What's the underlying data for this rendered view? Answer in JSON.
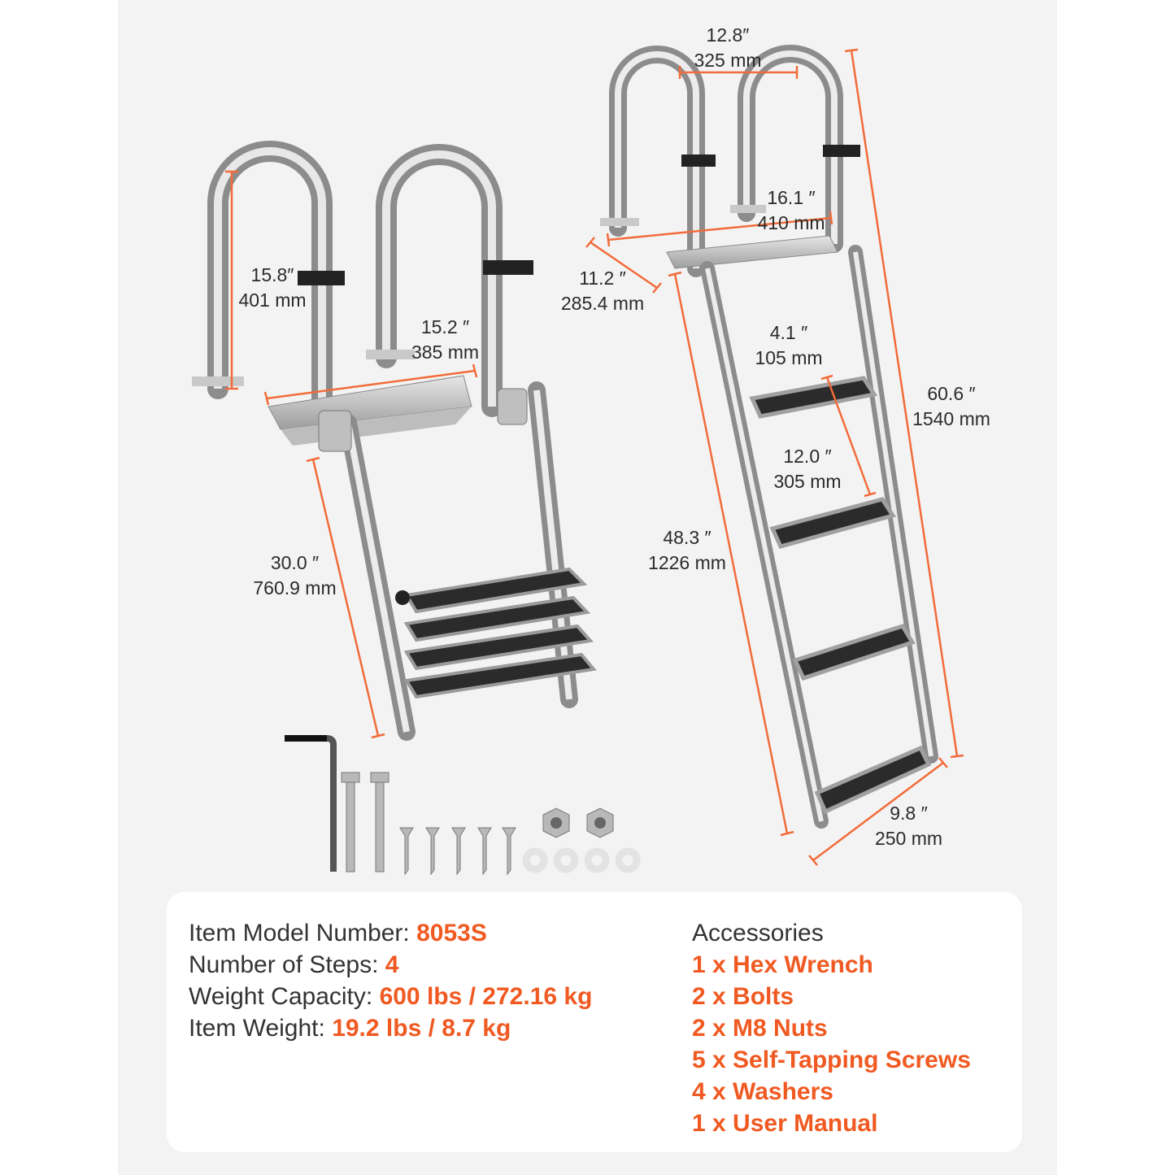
{
  "dimensions": {
    "handle_height": {
      "in": "15.8″",
      "mm": "401 mm"
    },
    "mount_width_left": {
      "in": "15.2 ″",
      "mm": "385 mm"
    },
    "folded_length": {
      "in": "30.0 ″",
      "mm": "760.9 mm"
    },
    "handle_spacing": {
      "in": "12.8″",
      "mm": "325 mm"
    },
    "mount_width_right": {
      "in": "16.1 ″",
      "mm": "410 mm"
    },
    "mount_depth": {
      "in": "11.2 ″",
      "mm": "285.4 mm"
    },
    "step_depth": {
      "in": "4.1 ″",
      "mm": "105 mm"
    },
    "step_spacing": {
      "in": "12.0 ″",
      "mm": "305 mm"
    },
    "extended_length": {
      "in": "48.3 ″",
      "mm": "1226 mm"
    },
    "total_length": {
      "in": "60.6 ″",
      "mm": "1540 mm"
    },
    "step_width": {
      "in": "9.8 ″",
      "mm": "250 mm"
    }
  },
  "specs": {
    "model_label": "Item Model Number: ",
    "model_value": "8053S",
    "steps_label": "Number of Steps: ",
    "steps_value": "4",
    "capacity_label": "Weight Capacity: ",
    "capacity_value": "600 lbs / 272.16 kg",
    "weight_label": "Item Weight: ",
    "weight_value": "19.2 lbs / 8.7 kg"
  },
  "accessories": {
    "heading": "Accessories",
    "items": [
      "1 x Hex Wrench",
      "2 x Bolts",
      "2 x M8 Nuts",
      "5 x Self-Tapping Screws",
      "4 x Washers",
      "1 x User Manual"
    ]
  },
  "colors": {
    "accent": "#f05a22",
    "dimension_line": "#f26b3a",
    "text": "#333333",
    "background": "#f3f3f3"
  }
}
